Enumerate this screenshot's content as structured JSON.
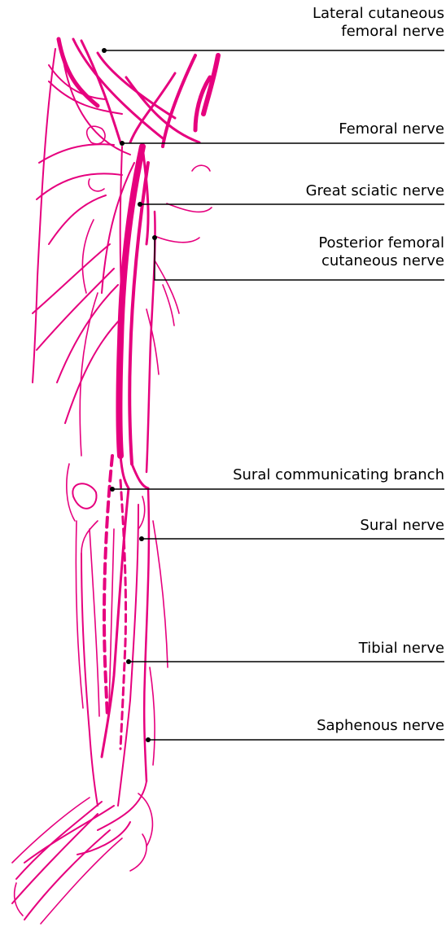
{
  "colors": {
    "nerve": "#e6007e",
    "leader": "#000000",
    "text": "#000000",
    "background": "#ffffff"
  },
  "labels": {
    "lateral_cutaneous_femoral": {
      "line1": "Lateral cutaneous",
      "line2": "femoral nerve"
    },
    "femoral": {
      "line1": "Femoral nerve"
    },
    "great_sciatic": {
      "line1": "Great sciatic nerve"
    },
    "posterior_femoral_cutaneous": {
      "line1": "Posterior femoral",
      "line2": "cutaneous nerve"
    },
    "sural_communicating": {
      "line1": "Sural communicating branch"
    },
    "sural": {
      "line1": "Sural nerve"
    },
    "tibial": {
      "line1": "Tibial nerve"
    },
    "saphenous": {
      "line1": "Saphenous nerve"
    }
  }
}
